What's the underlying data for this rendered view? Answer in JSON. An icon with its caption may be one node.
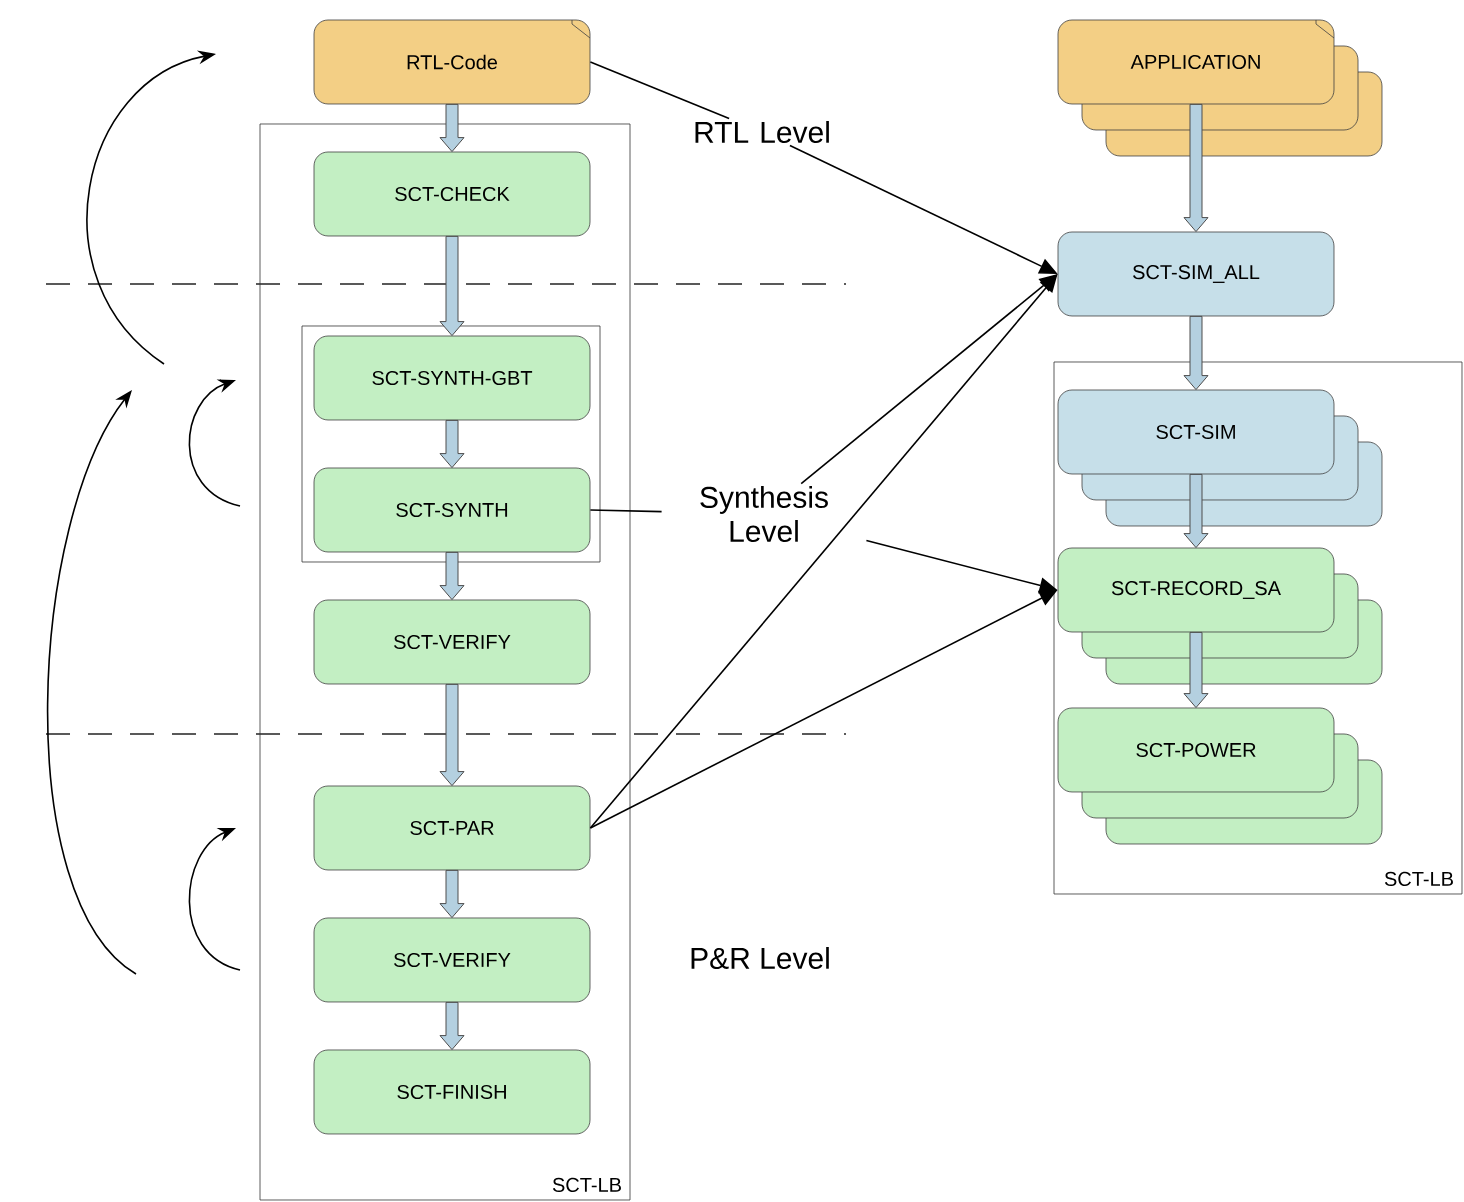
{
  "diagram": {
    "nodes": [
      {
        "text": [
          "RTL-Code"
        ]
      },
      {
        "text": [
          "SCT-LB"
        ]
      },
      {
        "text": [
          "SCT-CHECK"
        ],
        "in": 1
      },
      {
        "text": [],
        "shape": "box",
        "in": 1
      },
      {
        "text": [
          "SCT-SYNTH-GBT"
        ],
        "in": 3
      },
      {
        "text": [
          "SCT-SYNTH"
        ],
        "in": 3
      },
      {
        "text": [
          "SCT-VERIFY"
        ],
        "in": 1
      },
      {
        "text": [
          "SCT-PAR"
        ],
        "in": 1
      },
      {
        "text": [
          "SCT-VERIFY"
        ],
        "in": 1
      },
      {
        "text": [
          "SCT-FINISH"
        ],
        "in": 1
      },
      {
        "text": [
          "APPLICATION"
        ]
      },
      {
        "text": [
          "SCT-SIM_ALL"
        ]
      },
      {
        "text": [
          "SCT-LB"
        ]
      },
      {
        "text": [
          "SCT-SIM"
        ],
        "in": 12
      },
      {
        "text": [
          "SCT-RECORD_SA"
        ],
        "in": 12
      },
      {
        "text": [
          "SCT-POWER"
        ],
        "in": 12
      },
      {
        "text": [
          "RTL Level"
        ]
      },
      {
        "text": [
          "Synthesis Level"
        ]
      }
    ],
    "edges": [
      {
        "from": 0,
        "to": 2,
        "arrow": "to",
        "style": "thick",
        "color": "#b4d0e0"
      },
      {
        "from": 2,
        "to": 4,
        "arrow": "to",
        "style": "thick",
        "color": "#b4d0e0"
      },
      {
        "from": 4,
        "to": 5,
        "arrow": "to",
        "style": "thick",
        "color": "#b4d0e0"
      },
      {
        "from": 5,
        "to": 6,
        "arrow": "to",
        "style": "thick",
        "color": "#b4d0e0"
      },
      {
        "from": 6,
        "to": 7,
        "arrow": "to",
        "style": "thick",
        "color": "#b4d0e0"
      },
      {
        "from": 7,
        "to": 8,
        "arrow": "to",
        "style": "thick",
        "color": "#b4d0e0"
      },
      {
        "from": 8,
        "to": 9,
        "arrow": "to",
        "style": "thick",
        "color": "#b4d0e0"
      },
      {
        "from": 10,
        "to": 11,
        "arrow": "to",
        "style": "thick",
        "color": "#b4d0e0"
      },
      {
        "from": 11,
        "to": 13,
        "arrow": "to",
        "style": "thick",
        "color": "#b4d0e0"
      },
      {
        "from": 13,
        "to": 14,
        "arrow": "to",
        "style": "thick",
        "color": "#b4d0e0"
      },
      {
        "from": 14,
        "to": 15,
        "arrow": "to",
        "style": "thick",
        "color": "#b4d0e0"
      },
      {
        "from": 0,
        "to": 16,
        "arrow": "none"
      },
      {
        "from": 16,
        "to": 11,
        "arrow": "to"
      },
      {
        "from": 5,
        "to": 17,
        "arrow": "none"
      },
      {
        "from": 17,
        "to": 11,
        "arrow": "to"
      },
      {
        "from": 17,
        "to": 14,
        "arrow": "to"
      },
      {
        "from": 7,
        "to": 11,
        "arrow": "to"
      },
      {
        "from": 7,
        "to": 14,
        "arrow": "to"
      }
    ],
    "labels": [
      "P&R Level"
    ]
  }
}
